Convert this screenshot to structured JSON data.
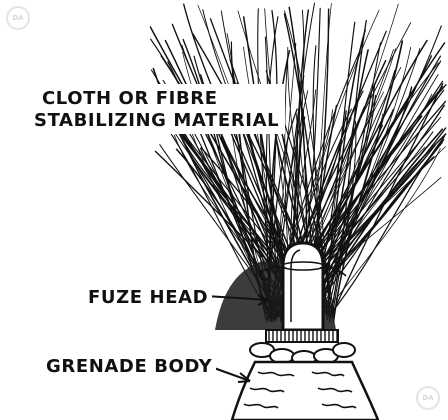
{
  "labels": {
    "cloth_line1": "CLOTH OR FIBRE",
    "cloth_line2": "STABILIZING MATERIAL",
    "fuze_head": "FUZE HEAD",
    "grenade_body": "GRENADE BODY"
  },
  "stamps": {
    "top_left": "DA",
    "bottom_right": "DA"
  },
  "colors": {
    "ink": "#111111",
    "paper": "#ffffff"
  }
}
